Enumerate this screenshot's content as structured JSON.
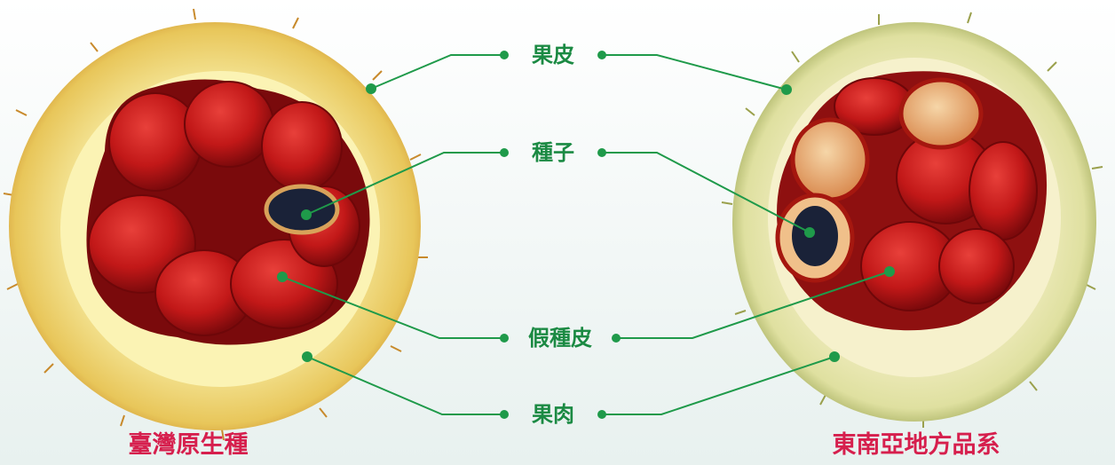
{
  "labels": {
    "peel": "果皮",
    "seed": "種子",
    "aril": "假種皮",
    "pulp": "果肉"
  },
  "captions": {
    "left": "臺灣原生種",
    "right": "東南亞地方品系"
  },
  "colors": {
    "label": "#1b8a43",
    "leader_line": "#1f9a4a",
    "caption": "#d61f4d",
    "aril_red": "#c41a1a",
    "rind_yellow": "#f5e9a6",
    "seed_dark": "#1a2238"
  }
}
